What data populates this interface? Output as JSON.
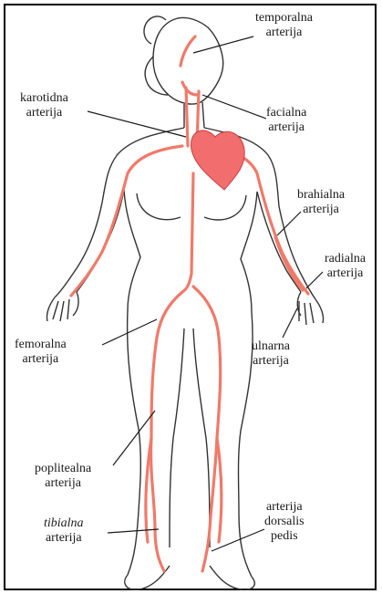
{
  "colors": {
    "artery": "#f07a6a",
    "heart": "#f26d6d",
    "outline": "#333333",
    "leader": "#1a1a1a"
  },
  "labels": {
    "temporalna": [
      "temporalna",
      "arterija"
    ],
    "karotidna": [
      "karotidna",
      "arterija"
    ],
    "facialna": [
      "facialna",
      "arterija"
    ],
    "brahialna": [
      "brahialna",
      "arterija"
    ],
    "radialna": [
      "radialna",
      "arterija"
    ],
    "femoralna": [
      "femoralna",
      "arterija"
    ],
    "ulnarna": [
      "ulnarna",
      "arterija"
    ],
    "poplitealna": [
      "poplitealna",
      "arterija"
    ],
    "tibialna": [
      "tibialna",
      "arterija"
    ],
    "dorsalis": [
      "arterija",
      "dorsalis",
      "pedis"
    ]
  }
}
